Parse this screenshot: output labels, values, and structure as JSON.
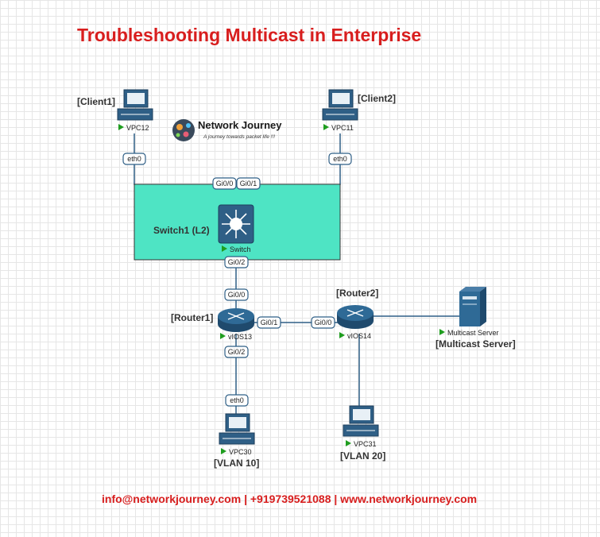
{
  "title": "Troubleshooting Multicast in Enterprise",
  "footer": "info@networkjourney.com | +919739521088 | www.networkjourney.com",
  "brand": {
    "name": "Network Journey",
    "tagline": "A journey towards packet life !!!"
  },
  "colors": {
    "title": "#d81e1e",
    "switch_area": "#4ee4c4",
    "device_blue": "#2f5f86",
    "play_arrow": "#1f9d1f",
    "link": "#2f5f86"
  },
  "nodes": {
    "client1": {
      "label": "[Client1]",
      "name": "VPC12",
      "icon": "pc-icon"
    },
    "client2": {
      "label": "[Client2]",
      "name": "VPC11",
      "icon": "pc-icon"
    },
    "switch1": {
      "label": "Switch1 (L2)",
      "name": "Switch",
      "icon": "switch-icon"
    },
    "router1": {
      "label": "[Router1]",
      "name": "vIOS13",
      "icon": "router-icon"
    },
    "router2": {
      "label": "[Router2]",
      "name": "vIOS14",
      "icon": "router-icon"
    },
    "server": {
      "label": "[Multicast Server]",
      "name": "Multicast Server",
      "icon": "server-icon"
    },
    "vpc30": {
      "label": "[VLAN 10]",
      "name": "VPC30",
      "icon": "pc-icon"
    },
    "vpc31": {
      "label": "[VLAN 20]",
      "name": "VPC31",
      "icon": "pc-icon"
    }
  },
  "ports": {
    "client1_eth0": "eth0",
    "client2_eth0": "eth0",
    "sw_gi00": "Gi0/0",
    "sw_gi01": "Gi0/1",
    "sw_gi02": "Gi0/2",
    "r1_gi00": "Gi0/0",
    "r1_gi01": "Gi0/1",
    "r1_gi02": "Gi0/2",
    "r2_gi00": "Gi0/0",
    "vpc30_eth0": "eth0"
  }
}
